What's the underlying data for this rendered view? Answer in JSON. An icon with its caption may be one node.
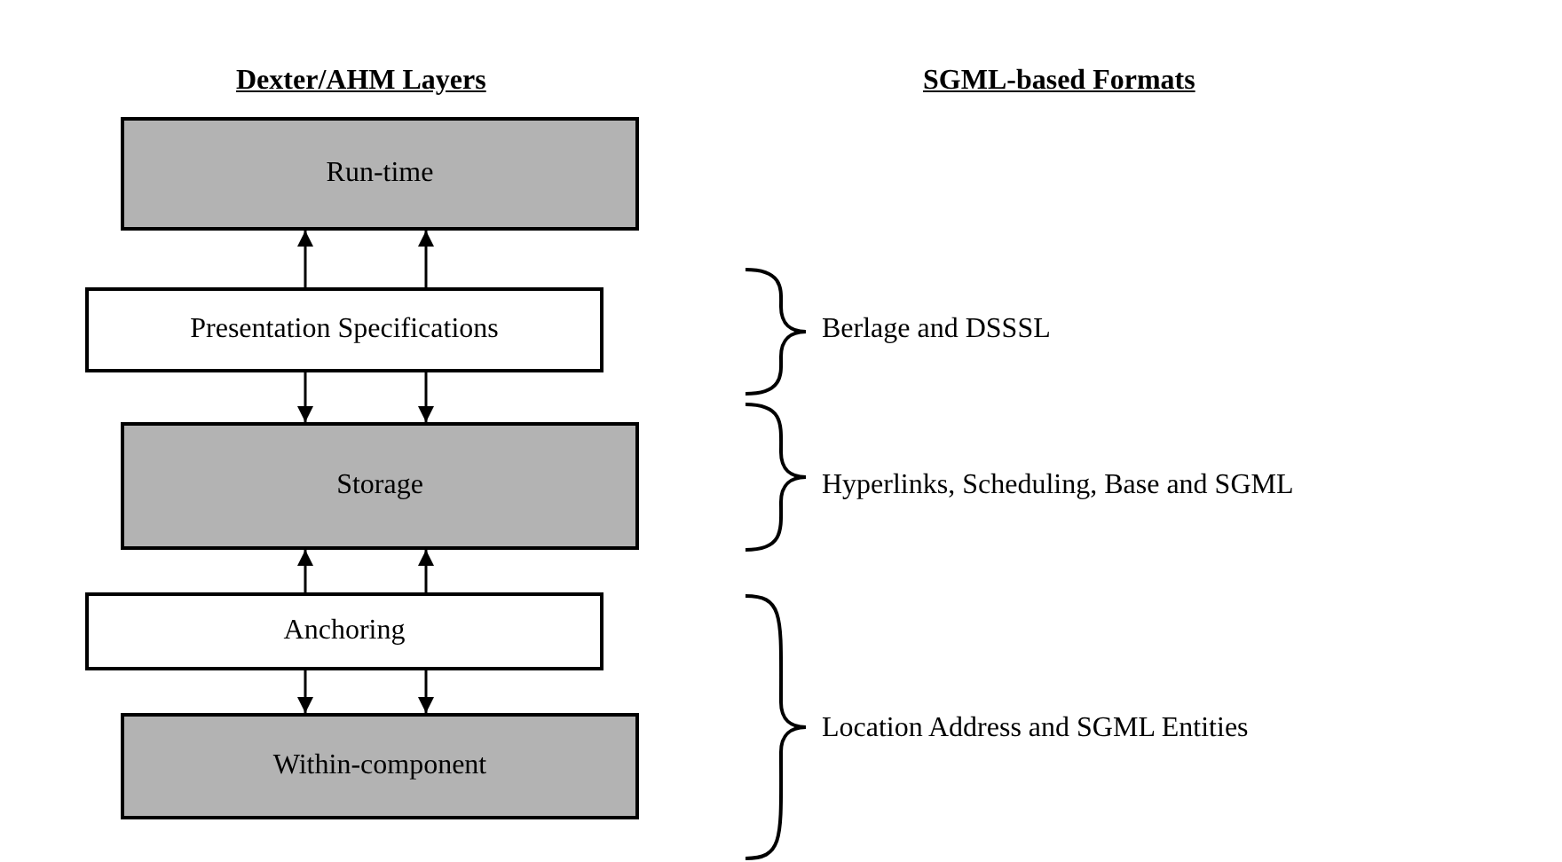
{
  "diagram": {
    "nodes": [
      {
        "text": [
          "Run-time"
        ]
      },
      {
        "text": [
          "Presentation Specifications"
        ]
      },
      {
        "text": [
          "Storage"
        ]
      },
      {
        "text": [
          "Anchoring"
        ]
      },
      {
        "text": [
          "Within-component"
        ]
      }
    ],
    "edges": [
      {
        "from": 1,
        "to": 0,
        "arrow": "to"
      },
      {
        "from": 1,
        "to": 0,
        "arrow": "to"
      },
      {
        "from": 1,
        "to": 2,
        "arrow": "to"
      },
      {
        "from": 1,
        "to": 2,
        "arrow": "to"
      },
      {
        "from": 3,
        "to": 2,
        "arrow": "to"
      },
      {
        "from": 3,
        "to": 2,
        "arrow": "to"
      },
      {
        "from": 3,
        "to": 4,
        "arrow": "to"
      },
      {
        "from": 3,
        "to": 4,
        "arrow": "to"
      }
    ],
    "labels": [
      "Dexter/AHM Layers",
      "SGML-based Formats",
      "Berlage and DSSSL",
      "Hyperlinks, Scheduling, Base and SGML",
      "Location Address and SGML Entities"
    ]
  }
}
